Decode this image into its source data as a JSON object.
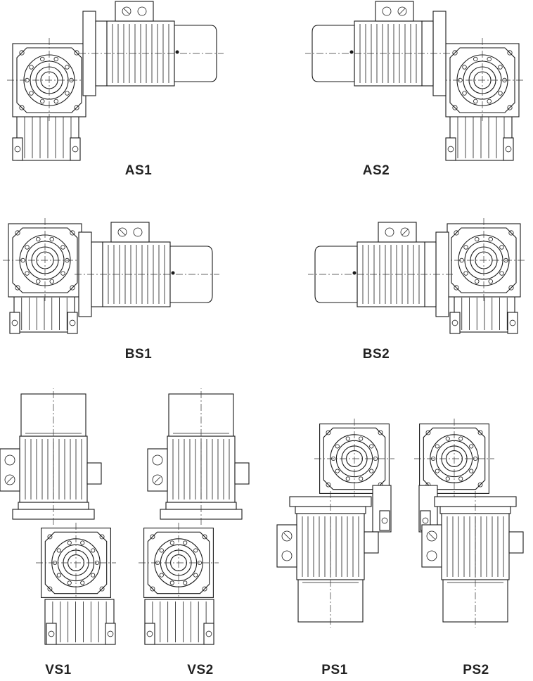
{
  "diagram": {
    "title": "",
    "line_color": "#1a1a1a",
    "background": "#ffffff",
    "positions": [
      {
        "id": "AS1",
        "label": "AS1",
        "orientation": "motor-right",
        "shaft_axis": "horizontal"
      },
      {
        "id": "AS2",
        "label": "AS2",
        "orientation": "motor-left",
        "shaft_axis": "horizontal"
      },
      {
        "id": "BS1",
        "label": "BS1",
        "orientation": "motor-right",
        "shaft_axis": "horizontal"
      },
      {
        "id": "BS2",
        "label": "BS2",
        "orientation": "motor-left",
        "shaft_axis": "horizontal"
      },
      {
        "id": "VS1",
        "label": "VS1",
        "orientation": "motor-up",
        "shaft_axis": "vertical"
      },
      {
        "id": "VS2",
        "label": "VS2",
        "orientation": "motor-up",
        "shaft_axis": "vertical"
      },
      {
        "id": "PS1",
        "label": "PS1",
        "orientation": "motor-down",
        "shaft_axis": "vertical"
      },
      {
        "id": "PS2",
        "label": "PS2",
        "orientation": "motor-down",
        "shaft_axis": "vertical"
      }
    ]
  }
}
